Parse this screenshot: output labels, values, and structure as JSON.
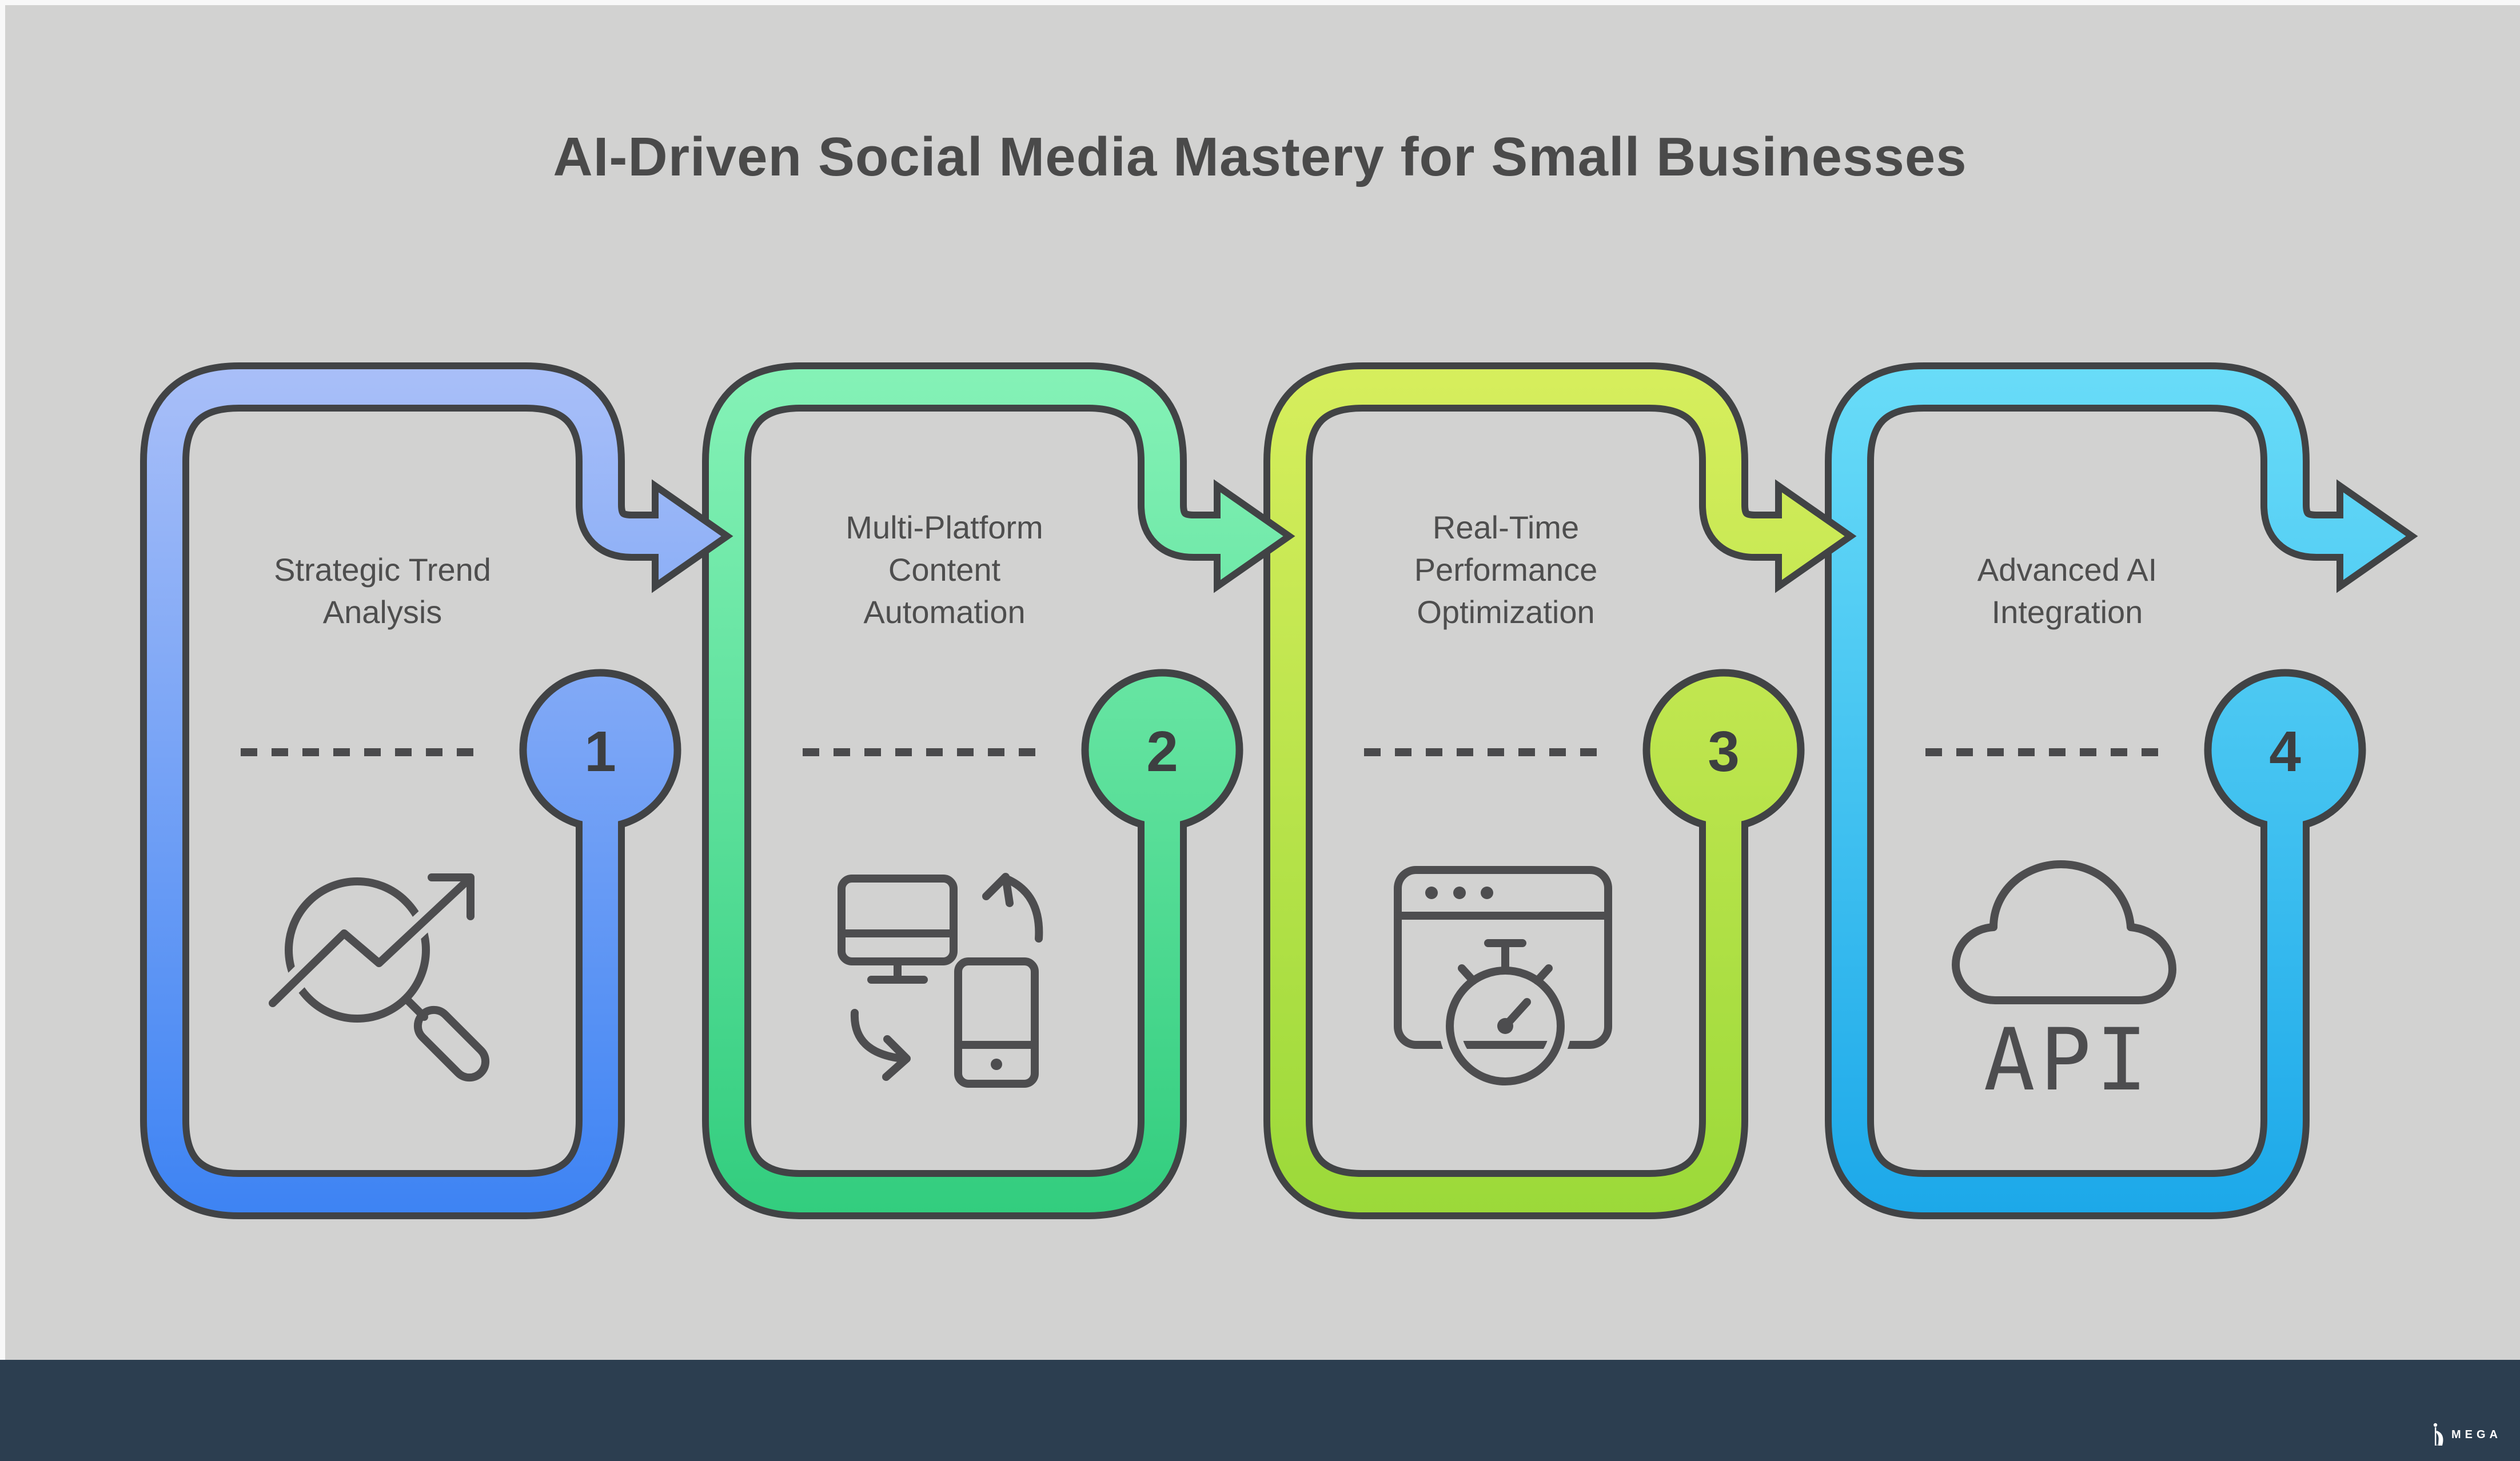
{
  "title": "AI-Driven Social Media Mastery for Small Businesses",
  "steps": [
    {
      "number": "1",
      "label": "Strategic Trend\nAnalysis",
      "icon": "trend-analysis-magnifier-icon",
      "color_top": "#A9BFF8",
      "color_bottom": "#3D83F3"
    },
    {
      "number": "2",
      "label": "Multi-Platform\nContent\nAutomation",
      "icon": "devices-sync-icon",
      "color_top": "#85F2B7",
      "color_bottom": "#32CD7E"
    },
    {
      "number": "3",
      "label": "Real-Time\nPerformance\nOptimization",
      "icon": "browser-stopwatch-icon",
      "color_top": "#D7EE5D",
      "color_bottom": "#9BD939"
    },
    {
      "number": "4",
      "label": "Advanced AI\nIntegration",
      "icon": "cloud-api-icon",
      "icon_label": "API",
      "color_top": "#69DCF8",
      "color_bottom": "#1CA8E9"
    }
  ],
  "footer": {
    "brand": "MEGA",
    "logo_icon": "mega-figure-icon"
  },
  "colors": {
    "background": "#d2d2d1",
    "band_outline": "#414345",
    "title_text": "#4a4a4a",
    "step_text": "#4e4e4e",
    "number_text": "#3d3f41",
    "icon_stroke": "#4d4d4f",
    "footer_bar": "#2c3e50",
    "footer_text": "#ffffff"
  }
}
